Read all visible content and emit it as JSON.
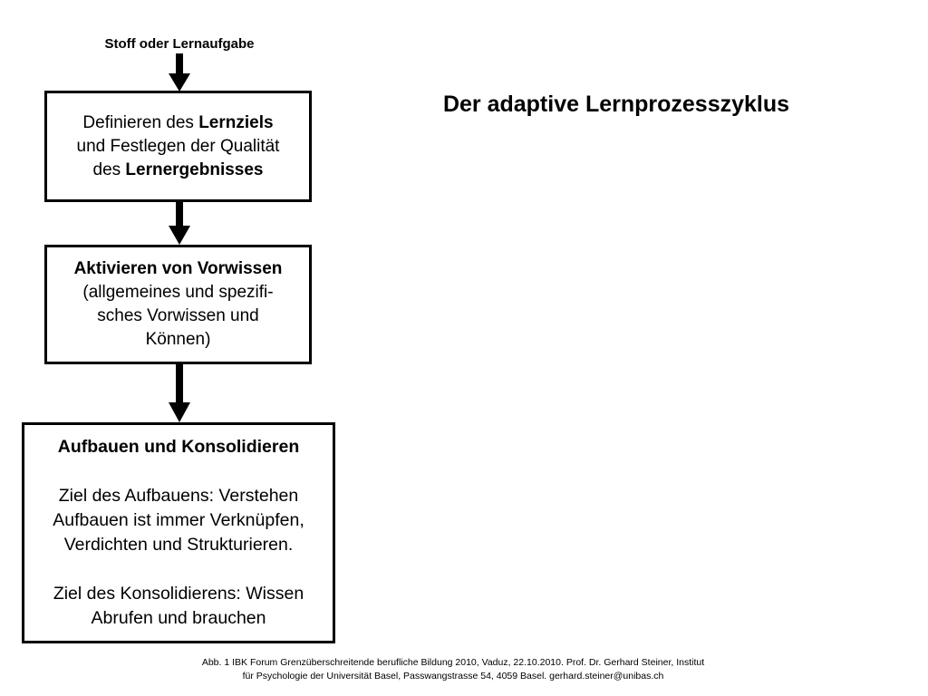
{
  "input_label": "Stoff oder Lernaufgabe",
  "title": "Der adaptive Lernprozesszyklus",
  "box1": {
    "part1": "Definieren des ",
    "bold1": "Lernziels",
    "line2": "und Festlegen der Qualität",
    "part3": "des ",
    "bold3": "Lernergebnisses"
  },
  "box2": {
    "heading": "Aktivieren von Vorwissen",
    "line2": "(allgemeines und spezifi-",
    "line3": "sches Vorwissen und",
    "line4": "Können)"
  },
  "box3": {
    "heading": "Aufbauen und Konsolidieren",
    "line1": "Ziel des Aufbauens: Verstehen",
    "line2": "Aufbauen ist immer Verknüpfen,",
    "line3": "Verdichten und Strukturieren.",
    "line4": "Ziel des Konsolidierens:  Wissen",
    "line5": "Abrufen und brauchen"
  },
  "caption": {
    "line1": "Abb. 1   IBK Forum Grenzüberschreitende berufliche Bildung 2010, Vaduz, 22.10.2010. Prof. Dr. Gerhard Steiner, Institut",
    "line2": "für Psychologie der Universität Basel, Passwangstrasse 54, 4059 Basel. gerhard.steiner@unibas.ch"
  }
}
